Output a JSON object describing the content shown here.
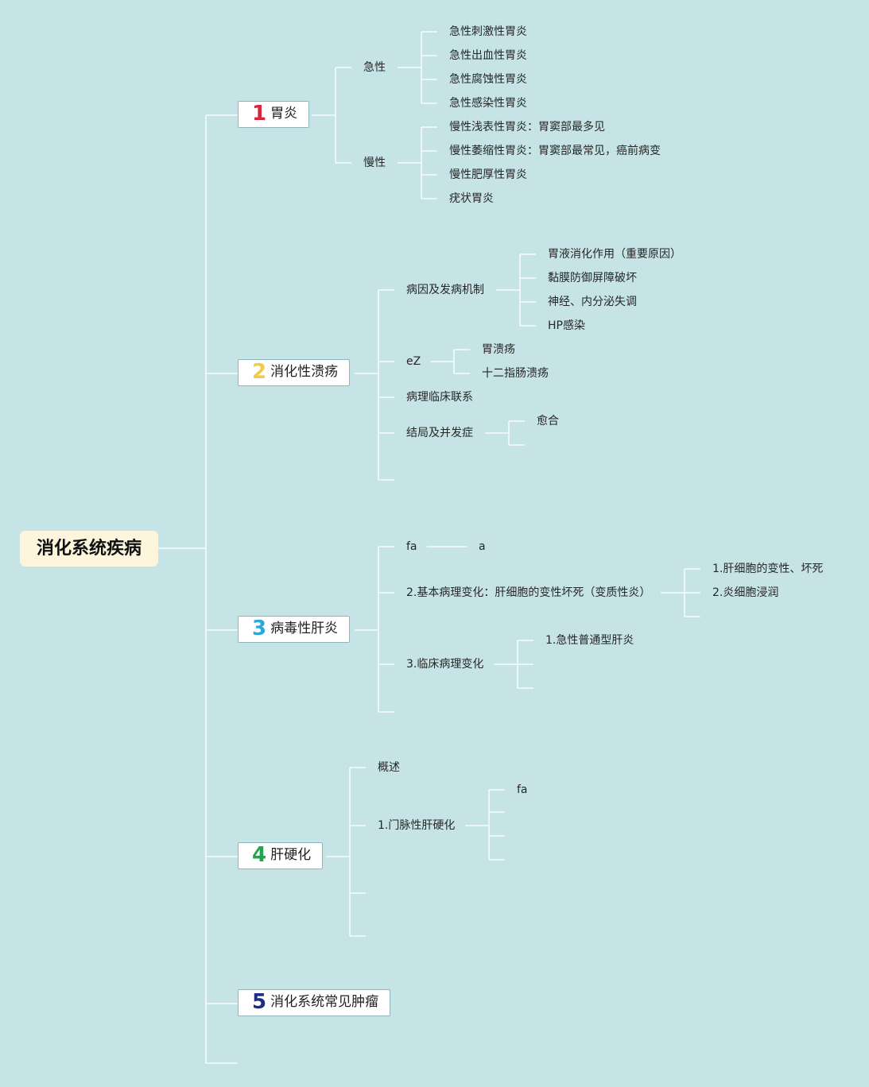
{
  "colors": {
    "background": "#c6e4e6",
    "connector": "#ffffff",
    "root_fill": "#fdf5dc",
    "num1": "#d8243c",
    "num2": "#f2c94c",
    "num3": "#2aa7dd",
    "num4": "#22a64b",
    "num5": "#1e2c84"
  },
  "root": "消化系统疾病",
  "topics": [
    {
      "num": "1",
      "label": "胃炎"
    },
    {
      "num": "2",
      "label": "消化性溃疡"
    },
    {
      "num": "3",
      "label": "病毒性肝炎"
    },
    {
      "num": "4",
      "label": "肝硬化"
    },
    {
      "num": "5",
      "label": "消化系统常见肿瘤"
    }
  ],
  "t1": {
    "acute": {
      "label": "急性",
      "items": [
        "急性刺激性胃炎",
        "急性出血性胃炎",
        "急性腐蚀性胃炎",
        "急性感染性胃炎"
      ]
    },
    "chronic": {
      "label": "慢性",
      "items": [
        "慢性浅表性胃炎：胃窦部最多见",
        "慢性萎缩性胃炎：胃窦部最常见，癌前病变",
        "慢性肥厚性胃炎",
        "疣状胃炎"
      ]
    }
  },
  "t2": {
    "cause": {
      "label": "病因及发病机制",
      "items": [
        "胃液消化作用（重要原因）",
        "黏膜防御屏障破坏",
        "神经、内分泌失调",
        "HP感染"
      ]
    },
    "ez": {
      "label": "eZ",
      "items": [
        "胃溃疡",
        "十二指肠溃疡"
      ]
    },
    "clinical": "病理临床联系",
    "outcome": {
      "label": "结局及并发症",
      "items": [
        "愈合"
      ]
    }
  },
  "t3": {
    "fa": {
      "label": "fa",
      "child": "a"
    },
    "basic": {
      "label": "2.基本病理变化：肝细胞的变性坏死（变质性炎）",
      "items": [
        "1.肝细胞的变性、坏死",
        "2.炎细胞浸润"
      ]
    },
    "clinical": {
      "label": "3.临床病理变化",
      "items": [
        "1.急性普通型肝炎"
      ]
    }
  },
  "t4": {
    "overview": "概述",
    "portal": {
      "label": "1.门脉性肝硬化",
      "items": [
        "fa"
      ]
    }
  }
}
